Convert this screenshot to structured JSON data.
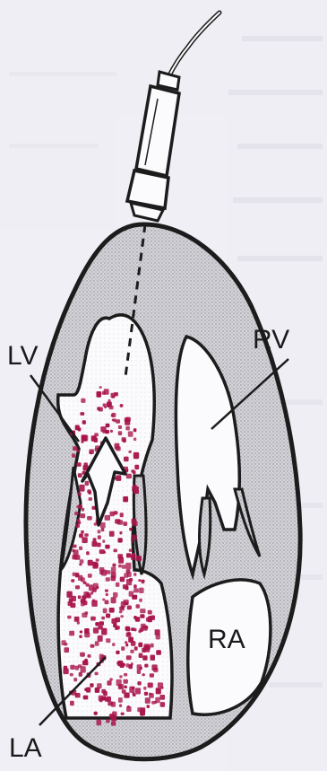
{
  "labels": {
    "lv": "LV",
    "rv": "RV",
    "ra": "RA",
    "la": "LA"
  },
  "colors": {
    "background": "#f1f0f6",
    "myocardium": "#c9c9cf",
    "chamber": "#fbfbfd",
    "outline": "#1c1c1c",
    "jet": "#a8154a"
  },
  "icons": {
    "probe": "ultrasound-transducer-icon",
    "arrow": "flow-direction-arrow-icon"
  }
}
